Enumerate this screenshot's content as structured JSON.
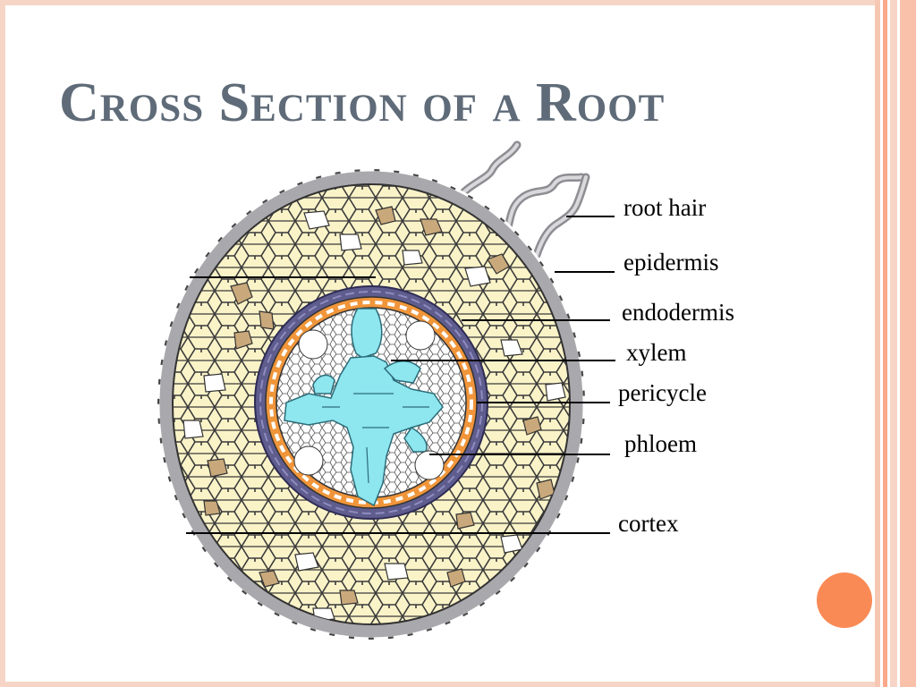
{
  "slide": {
    "title": "Cross Section of a Root"
  },
  "diagram": {
    "labels": {
      "root_hair": "root hair",
      "epidermis": "epidermis",
      "endodermis": "endodermis",
      "xylem": "xylem",
      "pericycle": "pericycle",
      "phloem": "phloem",
      "cortex": "cortex"
    }
  },
  "colors": {
    "title": "#5f6b78",
    "frame": "#f6d5c6",
    "accent_dot": "#fa8a55",
    "epidermis": "#a9a9ad",
    "cortex": "#faf3c8",
    "endodermis_ring": "#5f5c8e",
    "pericycle_ring": "#f0953a",
    "xylem": "#8ee6ef",
    "phloem": "#ffffff"
  }
}
